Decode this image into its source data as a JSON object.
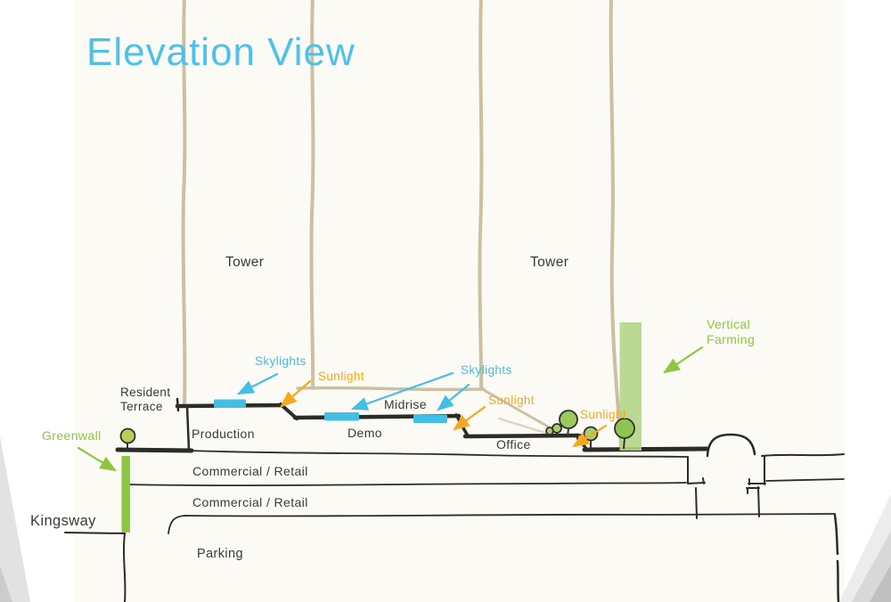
{
  "title": "Elevation View",
  "colors": {
    "accent-blue": "#4cc2e9",
    "skylight": "#41bfe5",
    "sunlight": "#f6a81f",
    "green": "#8dc63f",
    "sketch-ink": "#2d2b26",
    "tower-tan": "#c9bd9d"
  },
  "towers": {
    "left": "Tower",
    "right": "Tower"
  },
  "levels": {
    "resident_terrace": "Resident Terrace",
    "production": "Production",
    "demo": "Demo",
    "midrise": "Midrise",
    "office": "Office",
    "commercial_retail_1": "Commercial / Retail",
    "commercial_retail_2": "Commercial / Retail",
    "parking": "Parking",
    "kingsway": "Kingsway"
  },
  "callouts": {
    "skylights_1": "Skylights",
    "skylights_2": "Skylights",
    "sunlight_1": "Sunlight",
    "sunlight_2": "Sunlight",
    "sunlight_3": "Sunlight",
    "greenwall": "Greenwall",
    "vertical_farming": "Vertical Farming"
  }
}
